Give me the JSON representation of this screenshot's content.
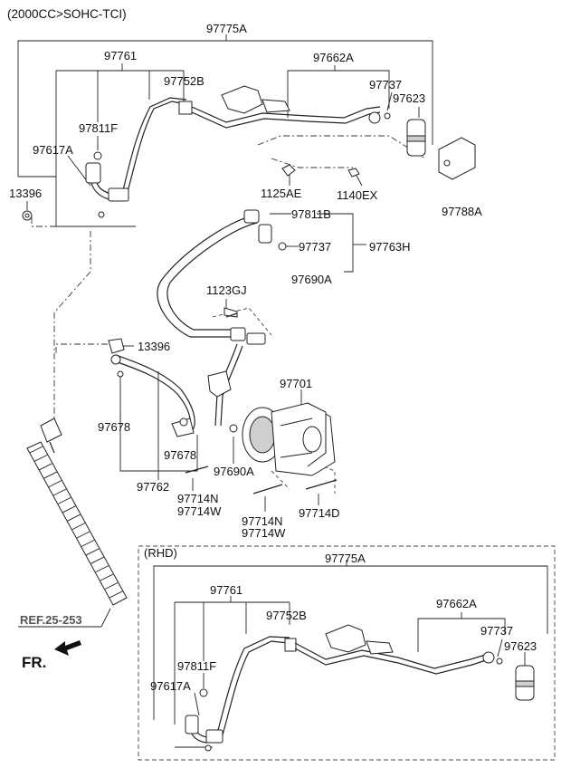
{
  "header": {
    "title": "(2000CC>SOHC-TCI)"
  },
  "labels": [
    {
      "name": "label-97775a-top",
      "text": "97775A"
    },
    {
      "name": "label-97761-top",
      "text": "97761"
    },
    {
      "name": "label-97662a-top",
      "text": "97662A"
    },
    {
      "name": "label-97752b-top",
      "text": "97752B"
    },
    {
      "name": "label-97737-top",
      "text": "97737"
    },
    {
      "name": "label-97623-top",
      "text": "97623"
    },
    {
      "name": "label-97811f-top",
      "text": "97811F"
    },
    {
      "name": "label-97617a-top",
      "text": "97617A"
    },
    {
      "name": "label-13396-top",
      "text": "13396"
    },
    {
      "name": "label-1125ae",
      "text": "1125AE"
    },
    {
      "name": "label-1140ex",
      "text": "1140EX"
    },
    {
      "name": "label-97788a",
      "text": "97788A"
    },
    {
      "name": "label-97811b",
      "text": "97811B"
    },
    {
      "name": "label-97737-mid",
      "text": "97737"
    },
    {
      "name": "label-97763h",
      "text": "97763H"
    },
    {
      "name": "label-97690a-mid",
      "text": "97690A"
    },
    {
      "name": "label-1123gj",
      "text": "1123GJ"
    },
    {
      "name": "label-13396-mid",
      "text": "13396"
    },
    {
      "name": "label-97701",
      "text": "97701"
    },
    {
      "name": "label-97678-left",
      "text": "97678"
    },
    {
      "name": "label-97678-right",
      "text": "97678"
    },
    {
      "name": "label-97690a-low",
      "text": "97690A"
    },
    {
      "name": "label-97762",
      "text": "97762"
    },
    {
      "name": "label-97714n-left",
      "text": "97714N"
    },
    {
      "name": "label-97714w-left",
      "text": "97714W"
    },
    {
      "name": "label-97714n-right",
      "text": "97714N"
    },
    {
      "name": "label-97714w-right",
      "text": "97714W"
    },
    {
      "name": "label-97714d",
      "text": "97714D"
    },
    {
      "name": "label-rhd",
      "text": "(RHD)"
    },
    {
      "name": "label-97775a-rhd",
      "text": "97775A"
    },
    {
      "name": "label-97761-rhd",
      "text": "97761"
    },
    {
      "name": "label-97752b-rhd",
      "text": "97752B"
    },
    {
      "name": "label-97662a-rhd",
      "text": "97662A"
    },
    {
      "name": "label-97737-rhd",
      "text": "97737"
    },
    {
      "name": "label-97623-rhd",
      "text": "97623"
    },
    {
      "name": "label-97811f-rhd",
      "text": "97811F"
    },
    {
      "name": "label-97617a-rhd",
      "text": "97617A"
    }
  ],
  "reference": {
    "text": "REF.25-253"
  },
  "direction": {
    "text": "FR."
  }
}
